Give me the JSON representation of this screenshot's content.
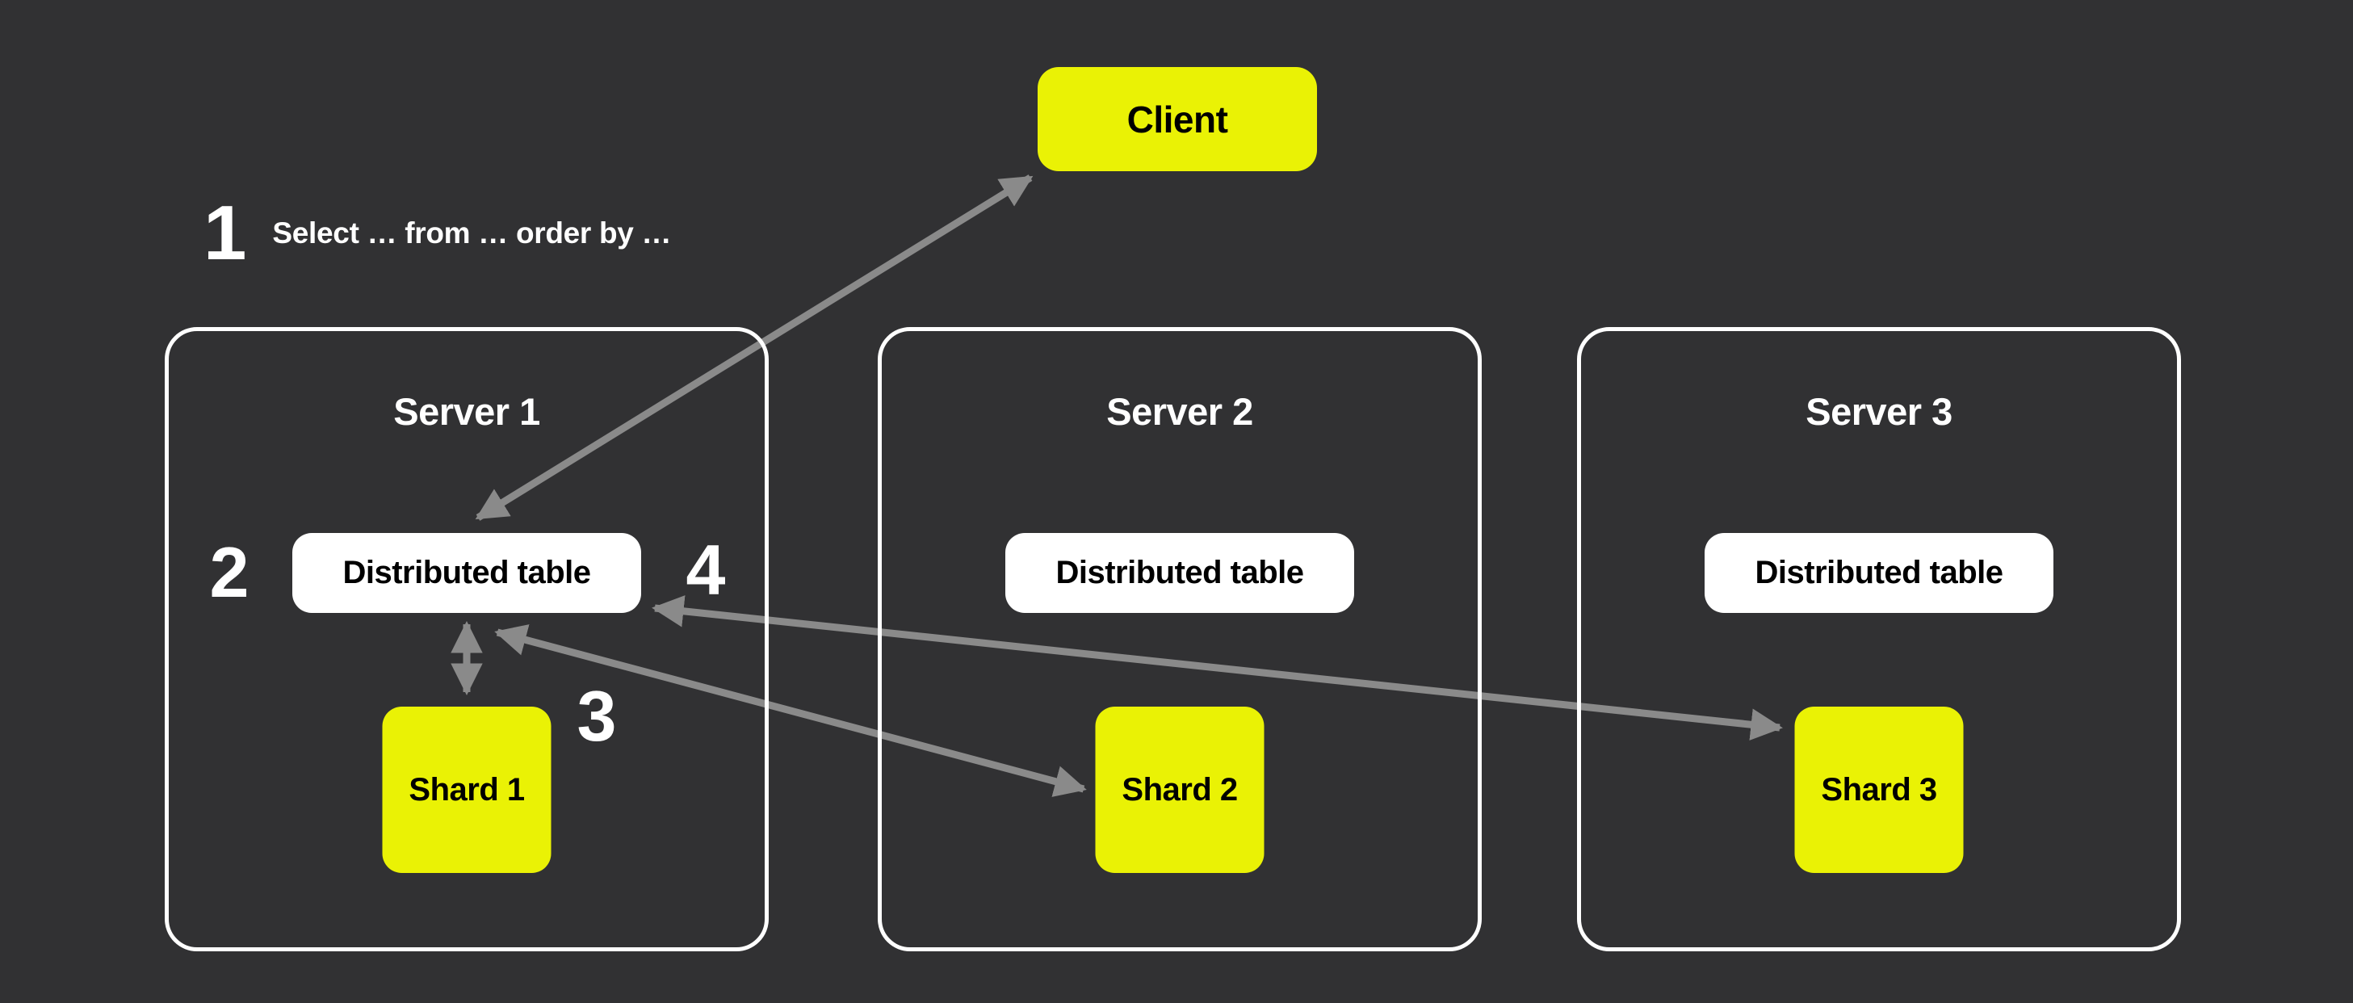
{
  "colors": {
    "background": "#313133",
    "accent_yellow": "#EAF205",
    "arrow_gray": "#8A8A8A",
    "box_white": "#FFFFFF",
    "text_dark": "#000000",
    "text_light": "#FFFFFF"
  },
  "client": {
    "label": "Client"
  },
  "steps": {
    "step1": {
      "number": "1",
      "text": "Select … from … order by …"
    },
    "step2": {
      "number": "2"
    },
    "step3": {
      "number": "3"
    },
    "step4": {
      "number": "4"
    }
  },
  "servers": [
    {
      "name": "Server 1",
      "table_label": "Distributed table",
      "shard_label": "Shard 1"
    },
    {
      "name": "Server 2",
      "table_label": "Distributed table",
      "shard_label": "Shard 2"
    },
    {
      "name": "Server 3",
      "table_label": "Distributed table",
      "shard_label": "Shard 3"
    }
  ]
}
